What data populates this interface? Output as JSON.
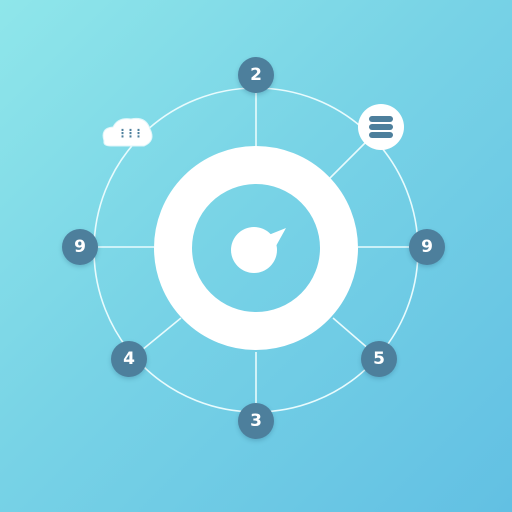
{
  "colors": {
    "background_start": "#8fe6ea",
    "background_end": "#62c0e3",
    "node_fill": "#4d7f9c",
    "ring": "#ffffff",
    "connector": "#e8fbfd",
    "icon_ink": "#4d7f9c"
  },
  "nodes": {
    "top": "2",
    "left": "9",
    "right": "9",
    "bottom_left": "4",
    "bottom_right": "5",
    "bottom": "3"
  },
  "icons": {
    "top_left": "cloud-icon",
    "top_right": "database-icon",
    "center": "chat-bubble-icon"
  }
}
